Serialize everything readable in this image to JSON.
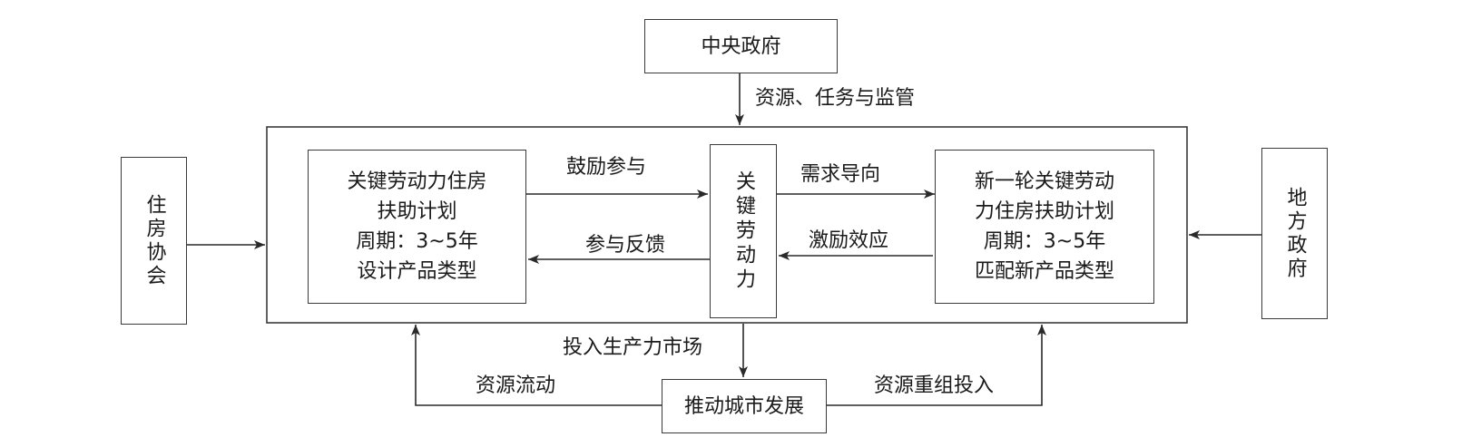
{
  "nodes": {
    "central_gov": "中央政府",
    "housing_assoc": "住房协会",
    "local_gov": "地方政府",
    "key_labor": "关键劳动力",
    "program_left": [
      "关键劳动力住房",
      "扶助计划",
      "周期：3~5年",
      "设计产品类型"
    ],
    "program_right": [
      "新一轮关键劳动",
      "力住房扶助计划",
      "周期：3~5年",
      "匹配新产品类型"
    ],
    "urban_dev": "推动城市发展"
  },
  "edges": {
    "resources_tasks": "资源、任务与监管",
    "encourage": "鼓励参与",
    "feedback": "参与反馈",
    "demand": "需求导向",
    "incentive": "激励效应",
    "productivity": "投入生产力市场",
    "resource_flow": "资源流动",
    "resource_reorg": "资源重组投入"
  }
}
